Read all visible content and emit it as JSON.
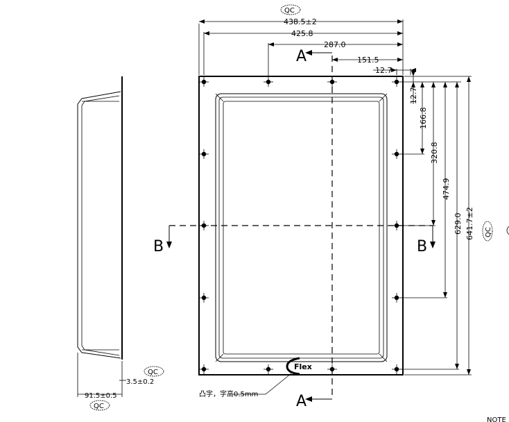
{
  "dimensions": {
    "overall_width": "438.5±2",
    "width_2": "425.8",
    "width_3": "287.0",
    "width_4": "151.5",
    "width_5": "12.7",
    "height_1": "12.7",
    "height_2": "166.8",
    "height_3": "320.8",
    "height_4": "474.9",
    "height_5": "629.0",
    "overall_height": "641.7±2",
    "depth": "91.5±0.5",
    "flange": "3.5±0.2"
  },
  "qc_label": "QC",
  "section_labels": {
    "a": "A",
    "b": "B"
  },
  "note": "凸字，字高0.5mm",
  "logo_text": "Flex",
  "corner_text": "NOTE"
}
